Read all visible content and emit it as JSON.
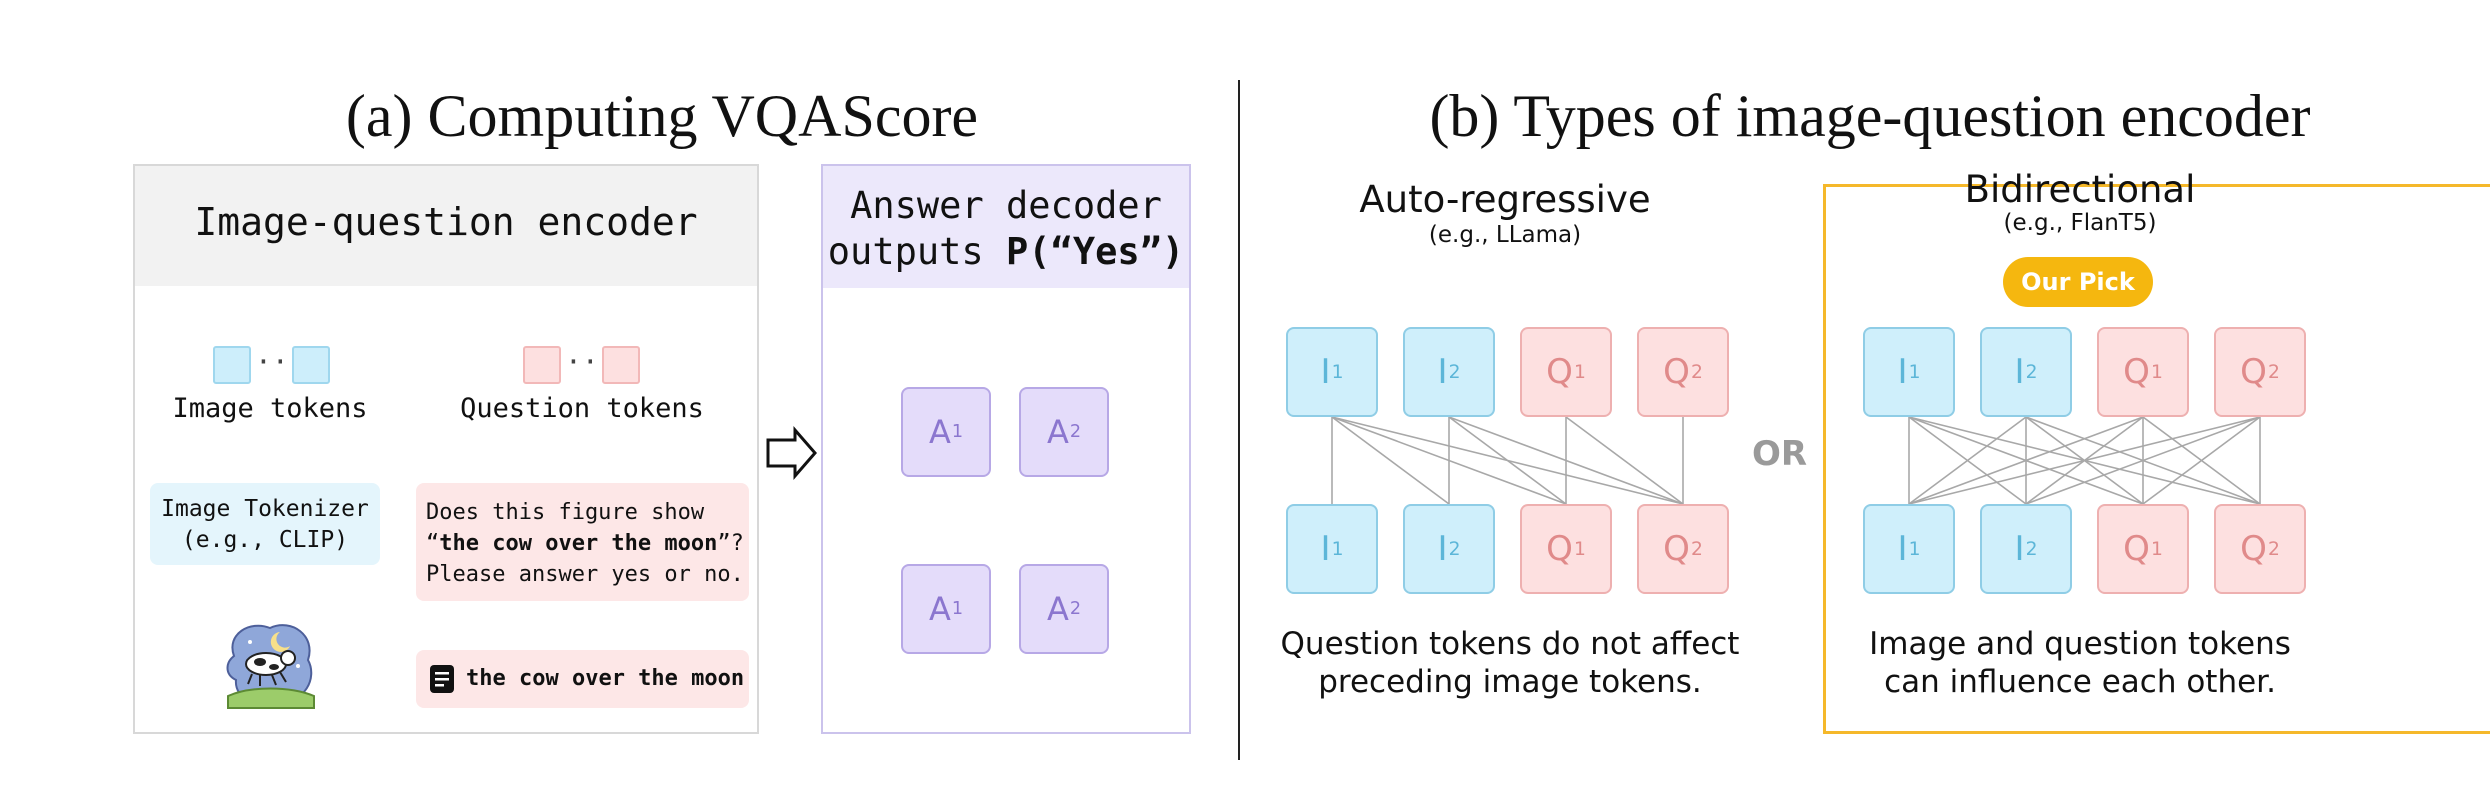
{
  "panel_a": {
    "title": "(a) Computing VQAScore",
    "encoder": {
      "title": "Image-question encoder",
      "dots": "···",
      "image_tokens_label": "Image tokens",
      "question_tokens_label": "Question tokens",
      "tokenizer_line1": "Image Tokenizer",
      "tokenizer_line2": "(e.g., CLIP)",
      "question_line1": "Does this figure show",
      "question_quote_open": "“",
      "question_bold": "the cow over the moon",
      "question_quote_close": "”?",
      "question_line3": "Please answer yes or no.",
      "caption": "the cow over the moon",
      "caption_icon": "document-icon",
      "image_icon": "cow-over-moon-image"
    },
    "decoder": {
      "title_line1": "Answer decoder",
      "title_line2_prefix": "outputs ",
      "title_line2_bold": "P(“Yes”)",
      "nodes": [
        {
          "base": "A",
          "sub": "1"
        },
        {
          "base": "A",
          "sub": "2"
        },
        {
          "base": "A",
          "sub": "1"
        },
        {
          "base": "A",
          "sub": "2"
        }
      ]
    },
    "arrow_icon": "right-arrow-icon"
  },
  "panel_b": {
    "title": "(b) Types of image-question encoder",
    "autoregressive": {
      "title": "Auto-regressive",
      "note": "(e.g., LLama)",
      "top_nodes": [
        {
          "base": "I",
          "sub": "1",
          "kind": "image"
        },
        {
          "base": "I",
          "sub": "2",
          "kind": "image"
        },
        {
          "base": "Q",
          "sub": "1",
          "kind": "question"
        },
        {
          "base": "Q",
          "sub": "2",
          "kind": "question"
        }
      ],
      "bottom_nodes": [
        {
          "base": "I",
          "sub": "1",
          "kind": "image"
        },
        {
          "base": "I",
          "sub": "2",
          "kind": "image"
        },
        {
          "base": "Q",
          "sub": "1",
          "kind": "question"
        },
        {
          "base": "Q",
          "sub": "2",
          "kind": "question"
        }
      ],
      "desc_line1": "Question tokens do not affect",
      "desc_line2": "preceding image tokens."
    },
    "or_label": "OR",
    "bidirectional": {
      "title": "Bidirectional",
      "note": "(e.g., FlanT5)",
      "badge": "Our Pick",
      "top_nodes": [
        {
          "base": "I",
          "sub": "1",
          "kind": "image"
        },
        {
          "base": "I",
          "sub": "2",
          "kind": "image"
        },
        {
          "base": "Q",
          "sub": "1",
          "kind": "question"
        },
        {
          "base": "Q",
          "sub": "2",
          "kind": "question"
        }
      ],
      "bottom_nodes": [
        {
          "base": "I",
          "sub": "1",
          "kind": "image"
        },
        {
          "base": "I",
          "sub": "2",
          "kind": "image"
        },
        {
          "base": "Q",
          "sub": "1",
          "kind": "question"
        },
        {
          "base": "Q",
          "sub": "2",
          "kind": "question"
        }
      ],
      "desc_line1": "Image and question tokens",
      "desc_line2": "can influence each other."
    }
  },
  "colors": {
    "image_token": "#cdeefb",
    "question_token": "#fde0e0",
    "answer_token": "#e4dcfa",
    "highlight": "#f5b82a",
    "badge": "#f5b70f"
  }
}
